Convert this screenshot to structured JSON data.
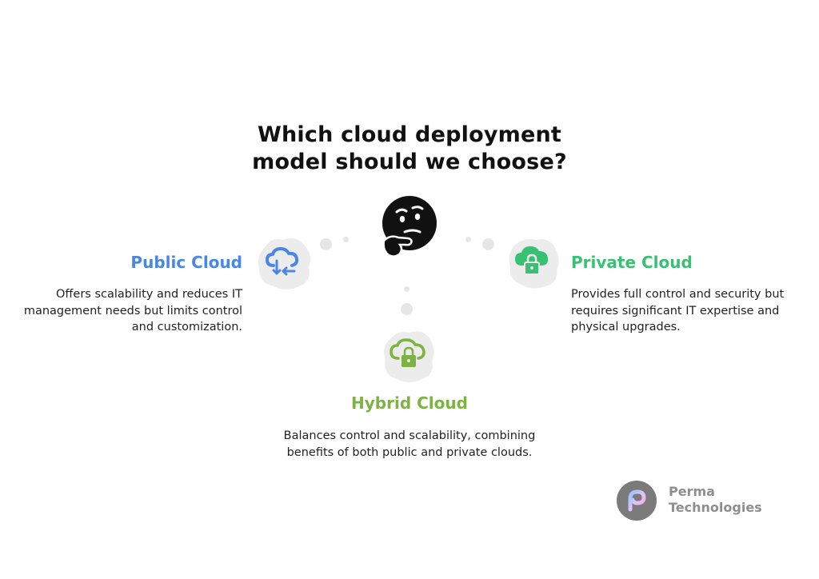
{
  "title_line1": "Which cloud deployment",
  "title_line2": "model should we choose?",
  "options": {
    "public": {
      "title": "Public Cloud",
      "description": "Offers scalability and reduces IT management needs but limits control and customization.",
      "color": "#4a86e8",
      "icon": "cloud-sync-icon"
    },
    "private": {
      "title": "Private Cloud",
      "description": "Provides full control and security but requires significant IT expertise and physical upgrades.",
      "color": "#38c172",
      "icon": "cloud-lock-icon"
    },
    "hybrid": {
      "title": "Hybrid Cloud",
      "description": "Balances control and scalability, combining benefits of both public and private clouds.",
      "color": "#7cb342",
      "icon": "cloud-lock-outline-icon"
    }
  },
  "brand": {
    "line1": "Perma",
    "line2": "Technologies"
  }
}
